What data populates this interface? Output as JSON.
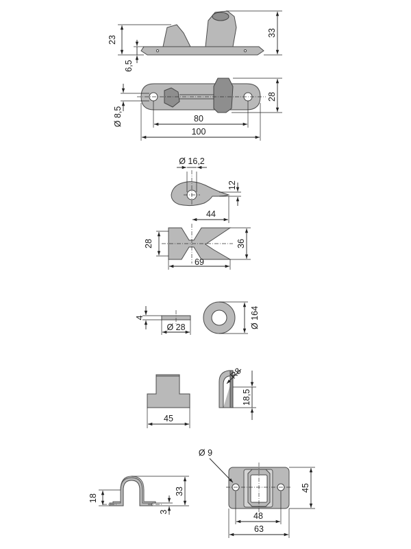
{
  "dimensions": {
    "catch_height": "23",
    "catch_total_height": "33",
    "base_thickness": "6,5",
    "hole_diameter": "Ø 8,5",
    "catch_width": "28",
    "hole_spacing": "80",
    "catch_length": "100",
    "latch_bore": "Ø 16,2",
    "latch_height": "12",
    "latch_length": "44",
    "fork_inner": "28",
    "fork_outer": "36",
    "fork_length": "69",
    "washer_thickness": "4",
    "washer_small": "Ø 28",
    "washer_large": "Ø 164",
    "block_length": "45",
    "block_radius": "R8",
    "block_height": "18,5",
    "hoop_height": "18",
    "hoop_total": "33",
    "hoop_thickness": "3",
    "plate_hole": "Ø 9",
    "plate_height": "45",
    "plate_hole_spacing": "48",
    "plate_length": "63"
  }
}
